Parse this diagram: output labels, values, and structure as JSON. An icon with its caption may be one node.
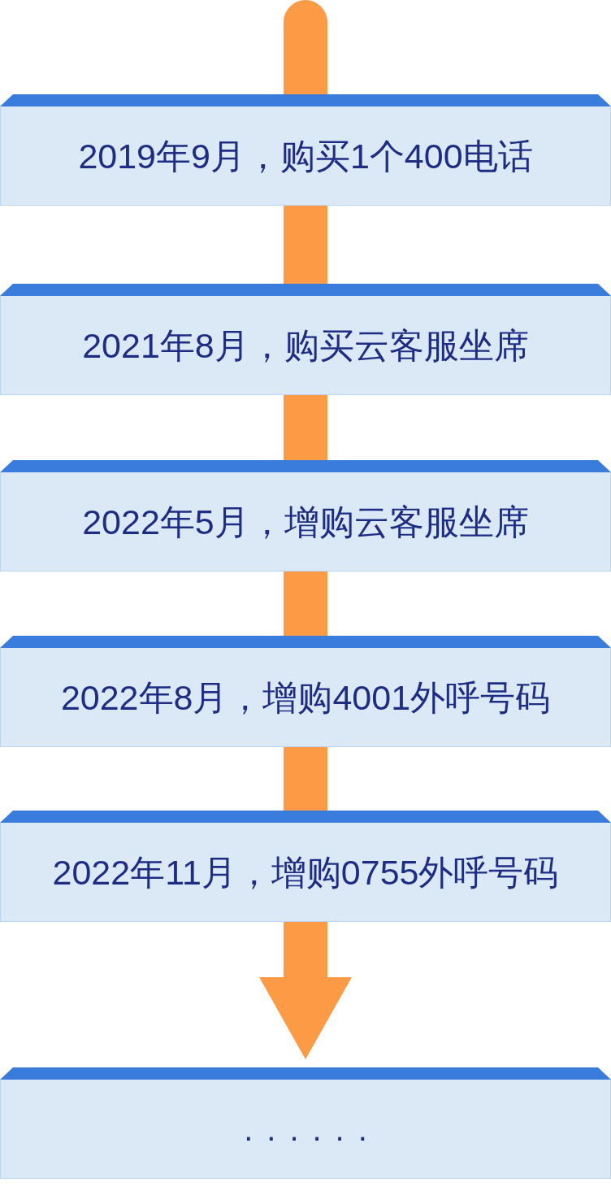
{
  "diagram": {
    "nodes": [
      {
        "text": [
          "2019年9月，购买1个400电话"
        ]
      },
      {
        "text": [
          "2021年8月，购买云客服坐席"
        ]
      },
      {
        "text": [
          "2022年5月，增购云客服坐席"
        ]
      },
      {
        "text": [
          "2022年8月，增购4001外呼号码"
        ]
      },
      {
        "text": [
          "2022年11月，增购0755外呼号码"
        ]
      },
      {
        "text": [
          "......"
        ]
      }
    ],
    "edges": [
      {
        "from": null,
        "to": 0,
        "arrow": "none",
        "style": "thick"
      },
      {
        "from": 0,
        "to": 1,
        "arrow": "none",
        "style": "thick"
      },
      {
        "from": 1,
        "to": 2,
        "arrow": "none",
        "style": "thick"
      },
      {
        "from": 2,
        "to": 3,
        "arrow": "none",
        "style": "thick"
      },
      {
        "from": 3,
        "to": 4,
        "arrow": "none",
        "style": "thick"
      },
      {
        "from": 4,
        "to": 5,
        "arrow": "to",
        "style": "thick"
      }
    ]
  }
}
